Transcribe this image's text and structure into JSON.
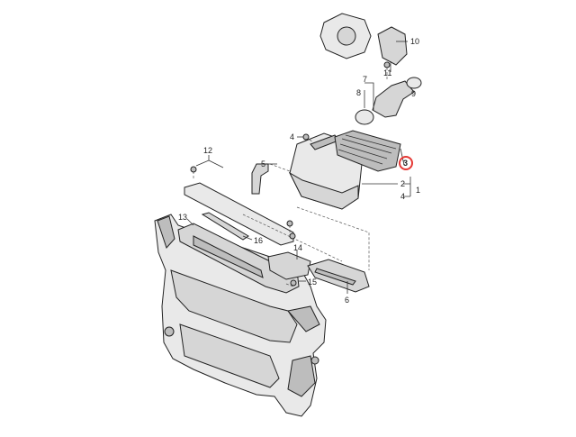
{
  "diagram": {
    "callouts": [
      {
        "id": "c1",
        "text": "1"
      },
      {
        "id": "c2",
        "text": "2"
      },
      {
        "id": "c3",
        "text": "3"
      },
      {
        "id": "c4a",
        "text": "4"
      },
      {
        "id": "c4b",
        "text": "4"
      },
      {
        "id": "c5",
        "text": "5"
      },
      {
        "id": "c6",
        "text": "6"
      },
      {
        "id": "c7",
        "text": "7"
      },
      {
        "id": "c8",
        "text": "8"
      },
      {
        "id": "c9",
        "text": "9"
      },
      {
        "id": "c10",
        "text": "10"
      },
      {
        "id": "c11",
        "text": "11"
      },
      {
        "id": "c12",
        "text": "12"
      },
      {
        "id": "c13",
        "text": "13"
      },
      {
        "id": "c14",
        "text": "14"
      },
      {
        "id": "c15",
        "text": "15"
      },
      {
        "id": "c16",
        "text": "16"
      }
    ],
    "highlighted_callout": "3",
    "colors": {
      "highlight": "#e53935",
      "line": "#222222",
      "fill": "#e9e9e9"
    }
  }
}
